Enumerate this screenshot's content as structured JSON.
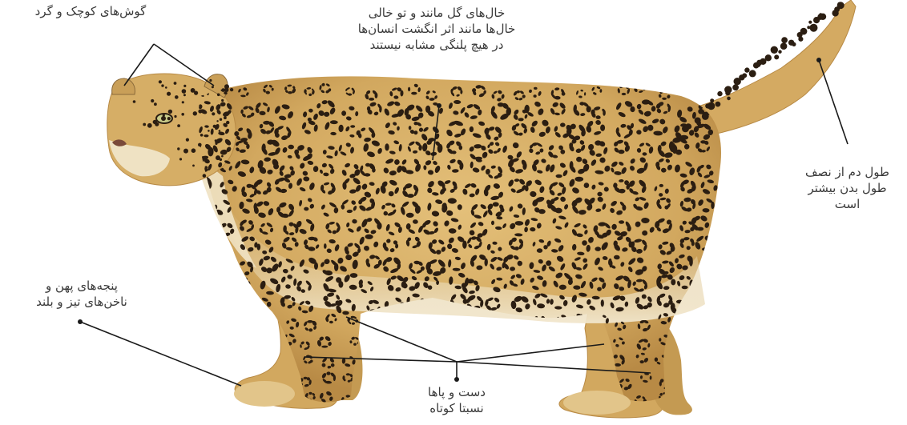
{
  "diagram": {
    "subject": "leopard",
    "colors": {
      "background": "#ffffff",
      "text": "#3a3a3a",
      "leader_line": "#1a1a1a",
      "fur_base": "#d9b36a",
      "fur_light": "#efe2c3",
      "fur_dark": "#b88a45",
      "spot": "#2b1e12"
    },
    "labels": {
      "ears": {
        "lines": [
          "گوش‌های کوچک و گرد"
        ]
      },
      "spots": {
        "lines": [
          "خال‌های گل مانند و تو خالی",
          "خال‌ها مانند اثر انگشت انسان‌ها",
          "در هیچ پلنگی مشابه نیستند"
        ]
      },
      "tail": {
        "lines": [
          "طول دم از نصف",
          "طول بدن بیشتر",
          "است"
        ]
      },
      "paws": {
        "lines": [
          "پنجه‌های پهن و",
          "ناخن‌های تیز و بلند"
        ]
      },
      "legs": {
        "lines": [
          "دست و پاها",
          "نسبتا کوتاه"
        ]
      }
    }
  }
}
